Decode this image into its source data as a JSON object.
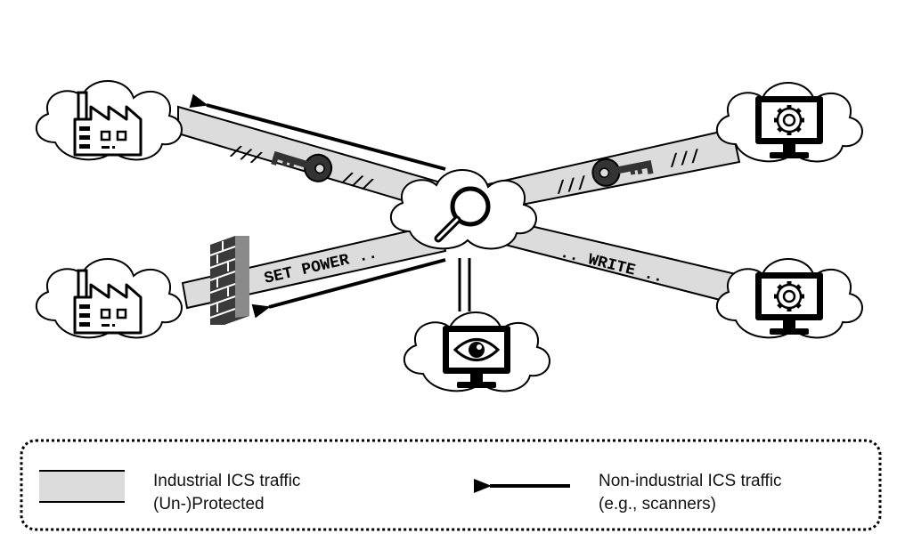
{
  "colors": {
    "stroke": "#000000",
    "band_fill": "#dcdcdc",
    "firewall_dark": "#3a3a3a",
    "firewall_light": "#8a8a8a",
    "background": "#ffffff"
  },
  "channels": {
    "encrypted_mark": "///",
    "set_power_label": "SET POWER ..",
    "write_label": ".. WRITE .."
  },
  "icons": {
    "factory_top": "factory-icon",
    "factory_bottom": "factory-icon",
    "workstation_top": "monitor-gear-icon",
    "workstation_bottom": "monitor-gear-icon",
    "observer": "monitor-eye-icon",
    "inspector": "magnifier-icon",
    "key_left": "key-icon",
    "key_right": "key-icon",
    "firewall": "brick-wall-icon"
  },
  "legend": {
    "industrial_line1": "Industrial ICS traffic",
    "industrial_line2": "(Un-)Protected",
    "nonindustrial_line1": "Non-industrial ICS traffic",
    "nonindustrial_line2": "(e.g., scanners)"
  }
}
